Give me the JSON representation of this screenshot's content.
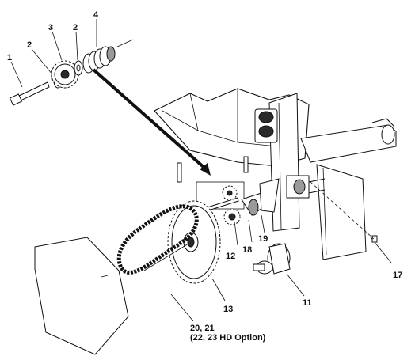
{
  "callouts": {
    "c1": "1",
    "c2a": "2",
    "c3": "3",
    "c2b": "2",
    "c4": "4",
    "c12": "12",
    "c18": "18",
    "c19": "19",
    "c17": "17",
    "c11": "11",
    "c13": "13",
    "c20": "20, 21",
    "c22": "(22, 23 HD Option)"
  }
}
